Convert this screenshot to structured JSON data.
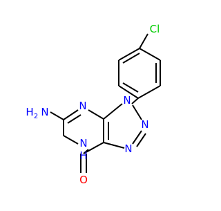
{
  "molecule": {
    "atom_labels": {
      "chlorine": "Cl",
      "amine_n": "N",
      "amine_h2": "H",
      "amine_sub": "2",
      "ring_n_top": "N",
      "ring_nh_n": "N",
      "ring_nh_h": "H",
      "triazole_n1": "N",
      "triazole_n2": "N",
      "triazole_n3": "N",
      "oxygen": "O"
    },
    "colors": {
      "bond": "#000000",
      "nitrogen": "#0000ff",
      "oxygen": "#ff0000",
      "chlorine": "#00cc00",
      "hydrogen_on_n": "#0000ff"
    }
  }
}
